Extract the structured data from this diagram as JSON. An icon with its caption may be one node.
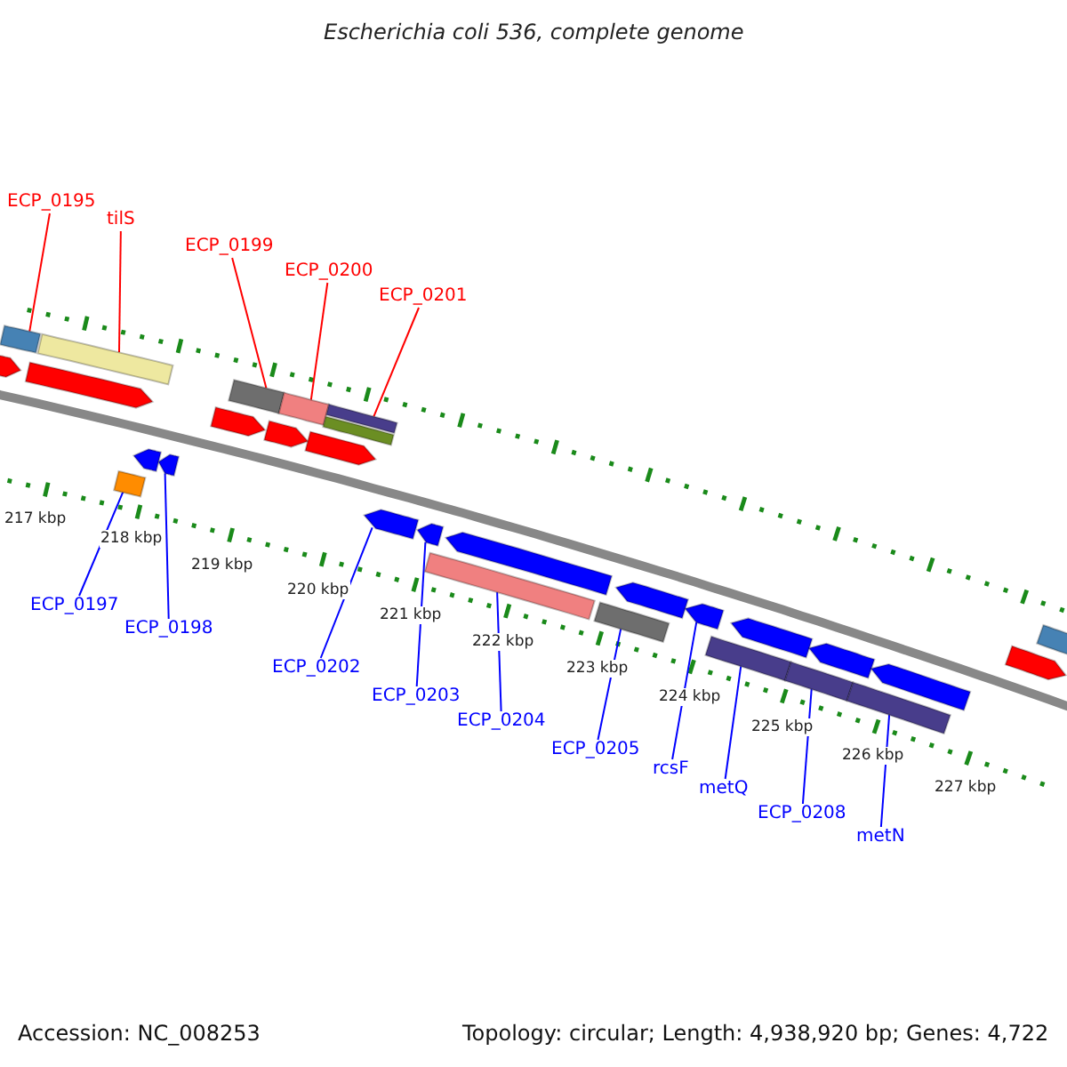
{
  "diagram": {
    "title": "Escherichia coli 536, complete genome",
    "nodes": [
      {
        "text": [
          "ECP_0195"
        ]
      },
      {
        "text": [
          "tilS"
        ]
      },
      {
        "text": [
          "ECP_0199"
        ]
      },
      {
        "text": [
          "ECP_0200"
        ]
      },
      {
        "text": [
          "ECP_0201"
        ]
      },
      {
        "text": [
          "ECP_0197"
        ]
      },
      {
        "text": [
          "ECP_0198"
        ]
      },
      {
        "text": [
          "ECP_0202"
        ]
      },
      {
        "text": [
          "ECP_0203"
        ]
      },
      {
        "text": [
          "ECP_0204"
        ]
      },
      {
        "text": [
          "ECP_0205"
        ]
      },
      {
        "text": [
          "rcsF"
        ]
      },
      {
        "text": [
          "metQ"
        ]
      },
      {
        "text": [
          "ECP_0208"
        ]
      },
      {
        "text": [
          "metN"
        ]
      },
      {
        "text": [],
        "shape": "bar"
      },
      {
        "text": [],
        "shape": "bar"
      },
      {
        "text": [],
        "shape": "pentagon"
      },
      {
        "text": [],
        "shape": "pentagon"
      },
      {
        "text": [],
        "shape": "bar"
      },
      {
        "text": [],
        "shape": "bar"
      },
      {
        "text": [],
        "shape": "bar"
      },
      {
        "text": [],
        "shape": "bar"
      },
      {
        "text": [],
        "shape": "pentagon"
      },
      {
        "text": [],
        "shape": "pentagon"
      },
      {
        "text": [],
        "shape": "pentagon"
      },
      {
        "text": [],
        "shape": "bar"
      },
      {
        "text": [],
        "shape": "pentagon"
      },
      {
        "text": [],
        "shape": "pentagon"
      },
      {
        "text": [],
        "shape": "pentagon"
      },
      {
        "text": [],
        "shape": "bar"
      },
      {
        "text": [],
        "shape": "pentagon"
      },
      {
        "text": [],
        "shape": "pentagon"
      },
      {
        "text": [],
        "shape": "pentagon"
      },
      {
        "text": [],
        "shape": "pentagon"
      },
      {
        "text": [],
        "shape": "pentagon"
      },
      {
        "text": [],
        "shape": "pentagon"
      },
      {
        "text": [],
        "shape": "pentagon"
      },
      {
        "text": [],
        "shape": "pentagon"
      },
      {
        "text": [],
        "shape": "bar"
      },
      {
        "text": [],
        "shape": "bar"
      },
      {
        "text": [],
        "shape": "bar"
      },
      {
        "text": [],
        "shape": "bar"
      },
      {
        "text": [],
        "shape": "bar"
      }
    ],
    "edges": [
      {
        "from": 0,
        "to": 15,
        "arrow": "none",
        "color": "#ff0000"
      },
      {
        "from": 1,
        "to": 16,
        "arrow": "none",
        "color": "#ff0000"
      },
      {
        "from": 2,
        "to": 19,
        "arrow": "none",
        "color": "#ff0000"
      },
      {
        "from": 3,
        "to": 20,
        "arrow": "none",
        "color": "#ff0000"
      },
      {
        "from": 4,
        "to": 21,
        "arrow": "none",
        "color": "#ff0000"
      },
      {
        "from": 5,
        "to": 30,
        "arrow": "none"
      },
      {
        "from": 6,
        "to": 29,
        "arrow": "none"
      },
      {
        "from": 7,
        "to": 31,
        "arrow": "none"
      },
      {
        "from": 8,
        "to": 32,
        "arrow": "none"
      },
      {
        "from": 9,
        "to": 39,
        "arrow": "none"
      },
      {
        "from": 10,
        "to": 40,
        "arrow": "none"
      },
      {
        "from": 11,
        "to": 35,
        "arrow": "none"
      },
      {
        "from": 12,
        "to": 41,
        "arrow": "none"
      },
      {
        "from": 13,
        "to": 42,
        "arrow": "none"
      },
      {
        "from": 14,
        "to": 43,
        "arrow": "none"
      }
    ],
    "labels": [
      "217 kbp",
      "218 kbp",
      "219 kbp",
      "220 kbp",
      "221 kbp",
      "222 kbp",
      "223 kbp",
      "224 kbp",
      "225 kbp",
      "226 kbp",
      "227 kbp",
      "Accession: NC_008253",
      "Topology: circular; Length: 4,938,920 bp; Genes: 4,722"
    ]
  }
}
